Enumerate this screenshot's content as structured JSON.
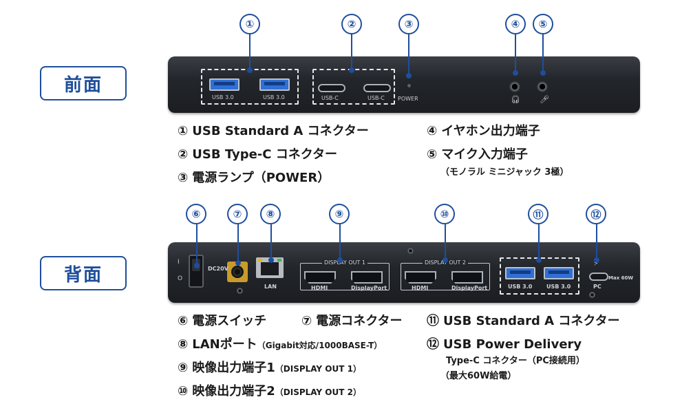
{
  "sections": {
    "front_label": "前面",
    "back_label": "背面"
  },
  "front": {
    "markers": [
      "①",
      "②",
      "③",
      "④",
      "⑤"
    ],
    "port_captions": {
      "usb_a_1": "USB 3.0",
      "usb_a_2": "USB 3.0",
      "usb_c_1": "USB-C",
      "usb_c_2": "USB-C",
      "power": "POWER"
    },
    "icons": {
      "headphone": "headphone-icon",
      "microphone": "microphone-icon"
    },
    "descriptions": [
      {
        "num": "①",
        "text": "USB Standard A コネクター"
      },
      {
        "num": "②",
        "text": "USB Type-C コネクター"
      },
      {
        "num": "③",
        "text": "電源ランプ（POWER）"
      },
      {
        "num": "④",
        "text": "イヤホン出力端子"
      },
      {
        "num": "⑤",
        "text": "マイク入力端子"
      }
    ],
    "mic_note": "（モノラル ミニジャック 3極）"
  },
  "back": {
    "markers": [
      "⑥",
      "⑦",
      "⑧",
      "⑨",
      "⑩",
      "⑪",
      "⑫"
    ],
    "port_captions": {
      "dc": "DC20V",
      "lan": "LAN",
      "display_out_1": "DISPLAY OUT 1",
      "display_out_2": "DISPLAY OUT 2",
      "hdmi_1": "HDMI",
      "dp_1": "DisplayPort",
      "hdmi_2": "HDMI",
      "dp_2": "DisplayPort",
      "usb_a_1": "USB 3.0",
      "usb_a_2": "USB 3.0",
      "pc": "PC",
      "max": "Max 60W"
    },
    "switch_labels": {
      "on": "I",
      "off": "O"
    },
    "descriptions": {
      "d6": {
        "num": "⑥",
        "text": "電源スイッチ"
      },
      "d7": {
        "num": "⑦",
        "text": "電源コネクター"
      },
      "d8": {
        "num": "⑧",
        "text": "LANポート",
        "note": "（Gigabit対応/1000BASE-T）"
      },
      "d9": {
        "num": "⑨",
        "text": "映像出力端子1",
        "note": "（DISPLAY OUT 1）"
      },
      "d10": {
        "num": "⑩",
        "text": "映像出力端子2",
        "note": "（DISPLAY OUT 2）"
      },
      "d11": {
        "num": "⑪",
        "text": "USB Standard A コネクター"
      },
      "d12": {
        "num": "⑫",
        "text": "USB Power Delivery"
      }
    },
    "pd_note_1": "Type-C コネクター（PC接続用）",
    "pd_note_2": "（最大60W給電）"
  },
  "colors": {
    "accent": "#1e4e9c",
    "device": "#23262b",
    "usb_blue": "#2f6fd6",
    "dc_gold": "#c99b2a"
  }
}
